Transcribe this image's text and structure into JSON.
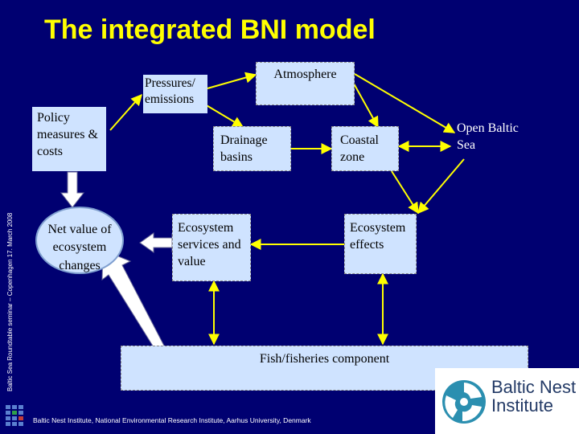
{
  "title": "The integrated BNI model",
  "side_text": "Baltic Sea Roundtable seminar – Copenhagen 17. March 2008",
  "nodes": {
    "pressures": "Pressures/ emissions",
    "atmosphere": "Atmosphere",
    "policy": "Policy measures & costs",
    "drainage": "Drainage basins",
    "coastal": "Coastal zone",
    "open_sea": "Open Baltic Sea",
    "net_value": "Net value of ecosystem changes",
    "ecosystem_services": "Ecosystem services and value",
    "ecosystem_effects": "Ecosystem effects",
    "fisheries": "Fish/fisheries component"
  },
  "footer": "Baltic Nest Institute, National Environmental Research Institute, Aarhus University, Denmark",
  "logo": {
    "line1": "Baltic Nest",
    "line2": "Institute"
  },
  "colors": {
    "background": "#000071",
    "title": "#ffff00",
    "box": "#cfe3ff",
    "arrow": "#ffff00",
    "logo_text": "#233a66"
  }
}
